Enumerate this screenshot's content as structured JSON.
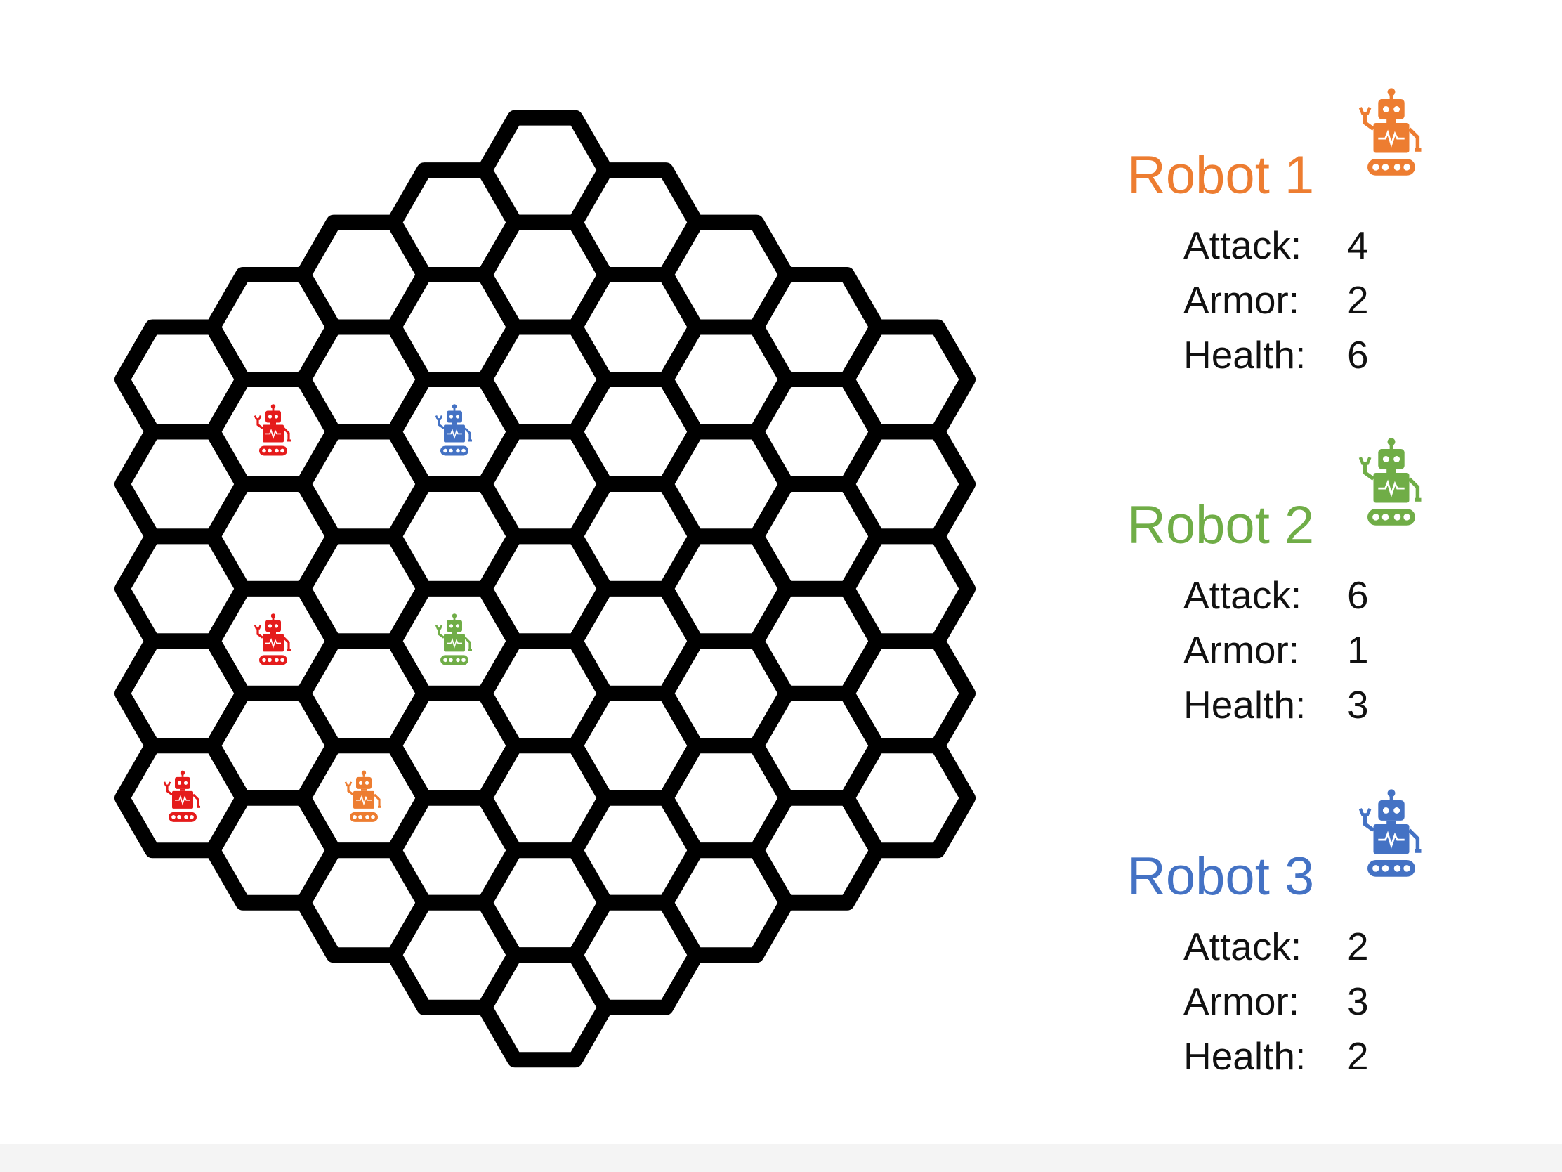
{
  "board": {
    "cell_outline_color": "#000000",
    "cell_fill_color": "#ffffff",
    "tokens": [
      {
        "name": "red-robot-token",
        "color": "#e51b1b",
        "q": 1,
        "r": 1
      },
      {
        "name": "red-robot-token",
        "color": "#e51b1b",
        "q": 1,
        "r": 3
      },
      {
        "name": "red-robot-token",
        "color": "#e51b1b",
        "q": 0,
        "r": 4
      },
      {
        "name": "robot-3-token",
        "color": "#4472c4",
        "q": 3,
        "r": 2
      },
      {
        "name": "robot-2-token",
        "color": "#70ad47",
        "q": 3,
        "r": 4
      },
      {
        "name": "robot-1-token",
        "color": "#ed7d31",
        "q": 2,
        "r": 5
      }
    ]
  },
  "robots": [
    {
      "title": "Robot 1",
      "color": "#ed7d31",
      "icon": "robot-icon",
      "stats": [
        {
          "label": "Attack:",
          "value": "4"
        },
        {
          "label": "Armor:",
          "value": "2"
        },
        {
          "label": "Health:",
          "value": "6"
        }
      ]
    },
    {
      "title": "Robot 2",
      "color": "#70ad47",
      "icon": "robot-icon",
      "stats": [
        {
          "label": "Attack:",
          "value": "6"
        },
        {
          "label": "Armor:",
          "value": "1"
        },
        {
          "label": "Health:",
          "value": "3"
        }
      ]
    },
    {
      "title": "Robot 3",
      "color": "#4472c4",
      "icon": "robot-icon",
      "stats": [
        {
          "label": "Attack:",
          "value": "2"
        },
        {
          "label": "Armor:",
          "value": "3"
        },
        {
          "label": "Health:",
          "value": "2"
        }
      ]
    }
  ]
}
